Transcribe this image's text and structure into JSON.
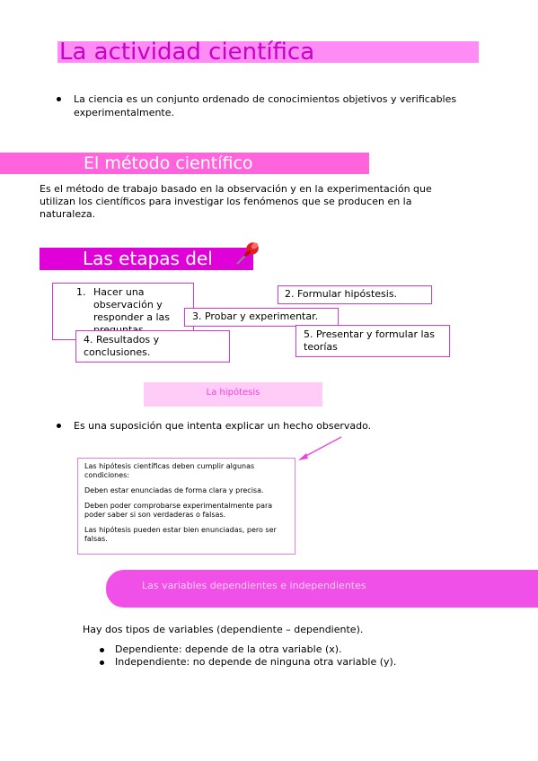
{
  "title": "La actividad científica",
  "intro_bullet": "La ciencia es un conjunto ordenado de conocimientos objetivos y verificables experimentalmente.",
  "metodo": {
    "heading": "El método científico",
    "paragraph": "Es el método de trabajo basado en la observación y en la experimentación que utilizan los científicos para investigar los fenómenos que se producen en la naturaleza."
  },
  "etapas": {
    "heading": "Las etapas del",
    "pin_icon": "pushpin-icon",
    "step1_num": "1.",
    "step1": "Hacer una observación y responder a las preguntas.",
    "step2": "2. Formular hipóstesis.",
    "step3": "3. Probar y experimentar.",
    "step4": "4. Resultados y conclusiones.",
    "step5": "5. Presentar y formular las teorías"
  },
  "hipotesis": {
    "heading": "La hipótesis",
    "definition": "Es una suposición que intenta explicar un hecho observado.",
    "conditions": [
      "Las hipótesis científicas deben cumplir algunas condiciones:",
      "Deben estar enunciadas de forma clara y precisa.",
      "Deben poder comprobarse experimentalmente para poder saber si son verdaderas o falsas.",
      "Las hipótesis pueden estar bien enunciadas, pero ser falsas."
    ]
  },
  "variables": {
    "heading": "Las variables dependientes e independientes",
    "intro": "Hay dos tipos de variables (dependiente – dependiente).",
    "items": [
      "Dependiente: depende de la otra variable (x).",
      "Independiente: no depende de ninguna otra variable (y)."
    ]
  },
  "colors": {
    "title_bg": "#ff8cf5",
    "title_text": "#c800c8",
    "section_pink": "#ff64dc",
    "section_magenta": "#e000d8",
    "box_border": "#d63ad6",
    "light_pink": "#ffccf7"
  }
}
